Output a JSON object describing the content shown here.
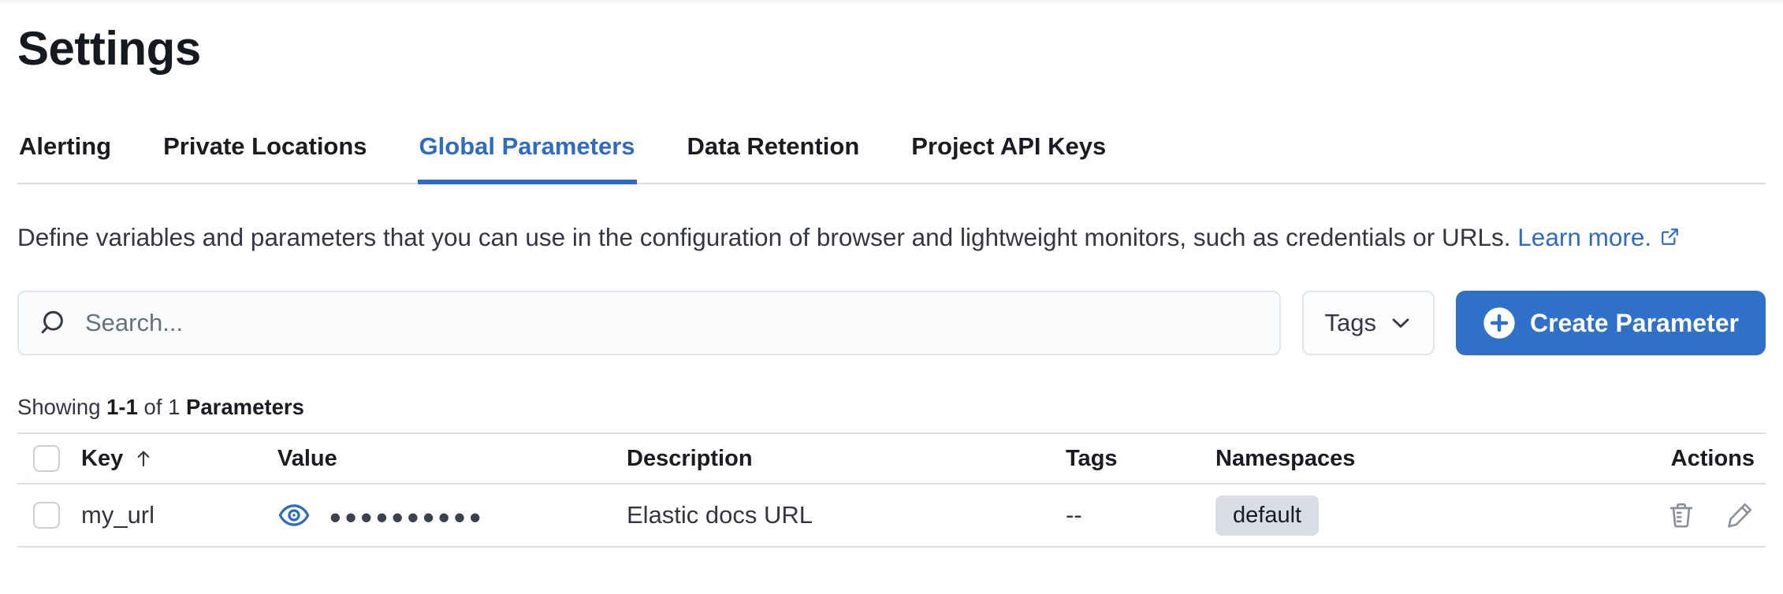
{
  "page": {
    "title": "Settings"
  },
  "tabs": {
    "active": "Global Parameters",
    "items": [
      {
        "label": "Alerting"
      },
      {
        "label": "Private Locations"
      },
      {
        "label": "Global Parameters"
      },
      {
        "label": "Data Retention"
      },
      {
        "label": "Project API Keys"
      }
    ]
  },
  "description": {
    "text": "Define variables and parameters that you can use in the configuration of browser and lightweight monitors, such as credentials or URLs.",
    "link_label": "Learn more."
  },
  "toolbar": {
    "search_placeholder": "Search...",
    "search_value": "",
    "tags_label": "Tags",
    "create_label": "Create Parameter"
  },
  "summary": {
    "prefix": "Showing",
    "range": "1-1",
    "of_word": "of",
    "total": "1",
    "noun": "Parameters"
  },
  "table": {
    "headers": {
      "key": "Key",
      "value": "Value",
      "description": "Description",
      "tags": "Tags",
      "namespaces": "Namespaces",
      "actions": "Actions"
    },
    "rows": [
      {
        "key": "my_url",
        "value_masked": "••••••••••",
        "description": "Elastic docs URL",
        "tags": "--",
        "namespace": "default"
      }
    ]
  },
  "icons": {
    "search": "magnifier-icon",
    "tags": "chevron-down-icon",
    "create": "plus-in-circle-icon",
    "learn_more": "external-link-icon",
    "sort": "arrow-up-icon",
    "value": "eye-icon",
    "delete": "trash-icon",
    "edit": "pencil-icon"
  },
  "colors": {
    "accent_button": "#2F70C8",
    "link_and_active_tab": "#2F6BC2",
    "badge_bg": "#D9DDE8",
    "table_border": "#D9DEE8",
    "muted_icon": "#8A8F98"
  }
}
